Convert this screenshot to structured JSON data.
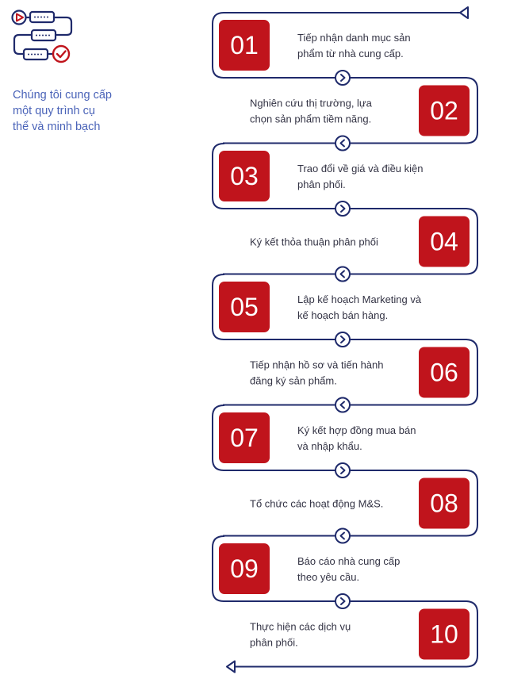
{
  "intro": {
    "text_lines": [
      "Chúng tôi cung cấp",
      "một quy trình cụ",
      "thể và minh bạch"
    ],
    "icon": "process-flow-icon"
  },
  "colors": {
    "navy": "#1f2a6b",
    "red": "#c0141c",
    "blue_text": "#4a63b8"
  },
  "steps": [
    {
      "number": "01",
      "lines": [
        "Tiếp nhận danh mục sản",
        "phẩm từ nhà cung cấp."
      ]
    },
    {
      "number": "02",
      "lines": [
        "Nghiên cứu thị trường, lựa",
        "chọn sản phẩm tiềm năng."
      ]
    },
    {
      "number": "03",
      "lines": [
        "Trao đổi về giá và điều kiện",
        "phân phối."
      ]
    },
    {
      "number": "04",
      "lines": [
        "Ký kết thỏa thuận phân phối"
      ]
    },
    {
      "number": "05",
      "lines": [
        "Lập kế hoạch Marketing và",
        "kế hoạch bán hàng."
      ]
    },
    {
      "number": "06",
      "lines": [
        "Tiếp nhận hồ sơ và tiến hành",
        "đăng ký sản phẩm."
      ]
    },
    {
      "number": "07",
      "lines": [
        "Ký kết hợp đồng mua bán",
        "và nhập khẩu."
      ]
    },
    {
      "number": "08",
      "lines": [
        "Tổ chức các hoạt động M&S."
      ]
    },
    {
      "number": "09",
      "lines": [
        "Báo cáo nhà cung cấp",
        "theo yêu cầu."
      ]
    },
    {
      "number": "10",
      "lines": [
        "Thực hiện các dịch vụ",
        "phân phối."
      ]
    }
  ]
}
